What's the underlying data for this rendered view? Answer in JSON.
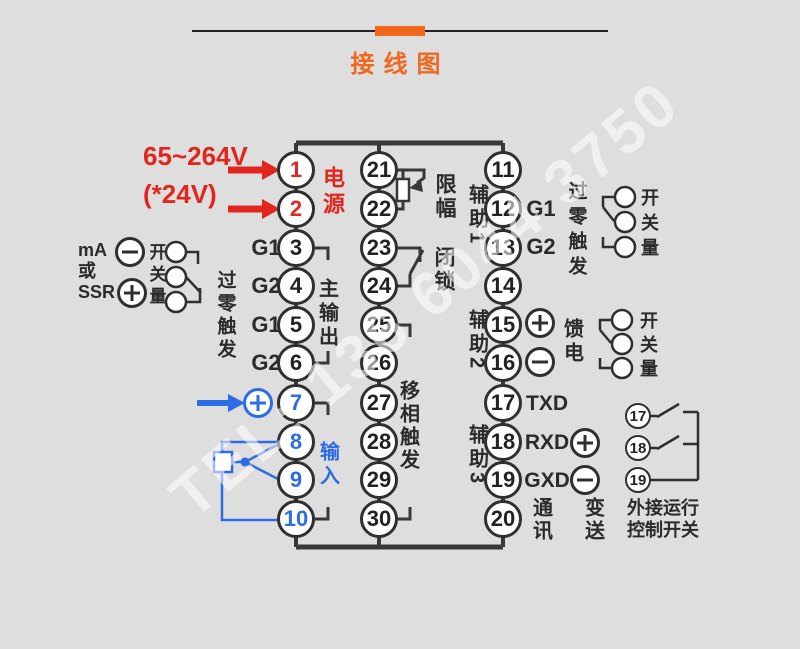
{
  "title": {
    "text": "接线图"
  },
  "watermark": {
    "text": "TEL: 136 6044 3750"
  },
  "colors": {
    "background": "#dedede",
    "accent_orange": "#f2671e",
    "red": "#e3261d",
    "blue": "#2e6ce6",
    "wire": "#383838"
  },
  "power": {
    "voltage_main": "65~264V",
    "voltage_alt": "(*24V)",
    "label": "电源"
  },
  "terminals": {
    "column1": {
      "numbers": [
        "1",
        "2",
        "3",
        "4",
        "5",
        "6",
        "7",
        "8",
        "9",
        "10"
      ]
    },
    "column2": {
      "numbers": [
        "21",
        "22",
        "23",
        "24",
        "25",
        "26",
        "27",
        "28",
        "29",
        "30"
      ]
    },
    "column3": {
      "numbers": [
        "11",
        "12",
        "13",
        "14",
        "15",
        "16",
        "17",
        "18",
        "19",
        "20"
      ]
    },
    "external": {
      "numbers": [
        "17",
        "18",
        "19"
      ]
    }
  },
  "labels": {
    "gate_g1": "G1",
    "gate_g2": "G2",
    "main_output": "主输出",
    "zero_cross_left": "过零触发",
    "sensor_lines": [
      "mA",
      "或",
      "SSR"
    ],
    "switch_qty_left": "开关量",
    "input": "输入",
    "limit": "限幅",
    "latch": "闭锁",
    "phase_shift": "移相触发",
    "aux1": "辅助1",
    "aux2": "辅助2",
    "aux3": "辅助3",
    "feed": "馈电",
    "txd": "TXD",
    "rxd": "RXD",
    "gxd": "GXD",
    "comm": "通讯",
    "transmit": "变送",
    "zero_cross_right": "过零触发",
    "switch_qty_top_right": "开关量",
    "switch_qty_mid_right": "开关量",
    "ext_switch_line1": "外接运行",
    "ext_switch_line2": "控制开关"
  }
}
